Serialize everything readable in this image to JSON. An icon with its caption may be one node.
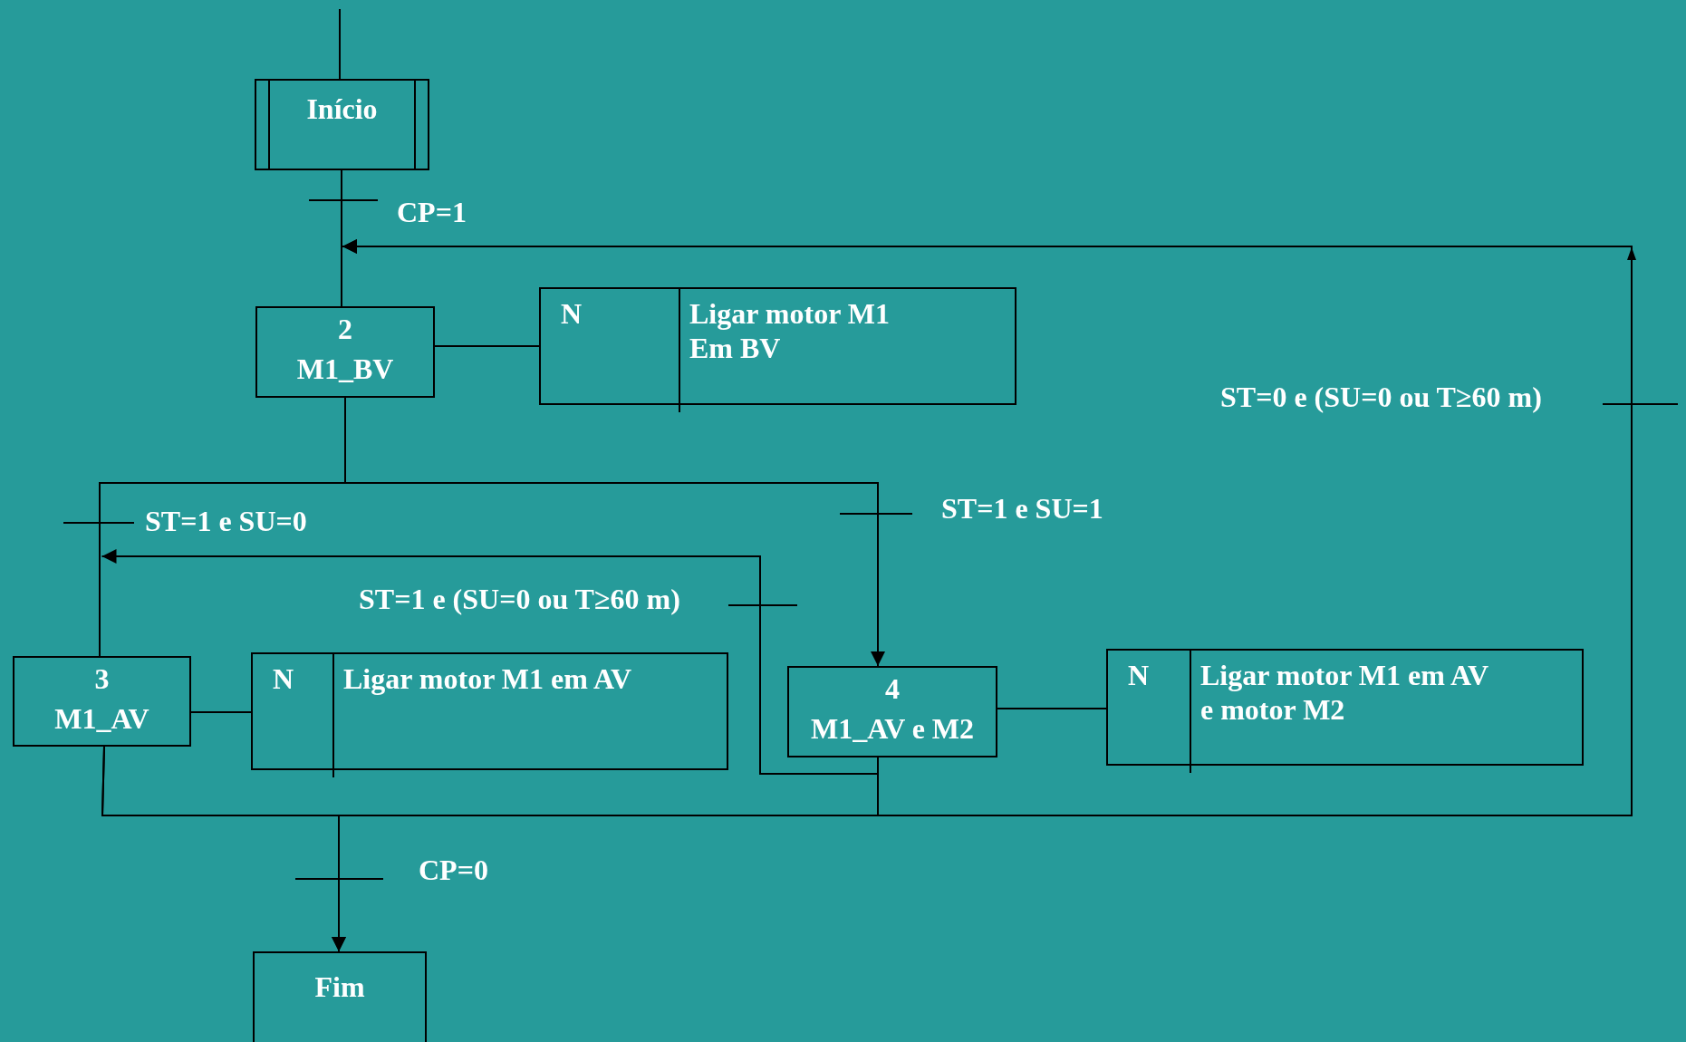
{
  "diagram": {
    "nodes": [
      {
        "text": [
          "Início"
        ]
      },
      {
        "text": [
          "2",
          "M1_BV"
        ]
      },
      {
        "text": [
          "N",
          "Ligar motor M1 Em BV"
        ]
      },
      {
        "text": [
          "3",
          "M1_AV"
        ]
      },
      {
        "text": [
          "N",
          "Ligar motor M1 em AV"
        ]
      },
      {
        "text": [
          "4",
          "M1_AV e M2"
        ]
      },
      {
        "text": [
          "N",
          "Ligar motor M1 em AV e motor M2"
        ]
      },
      {
        "text": [
          "Fim"
        ]
      }
    ],
    "edges": [
      {
        "from": null,
        "to": 0,
        "arrow": "none"
      },
      {
        "from": 0,
        "to": 1,
        "arrow": "none",
        "label": "CP=1"
      },
      {
        "from": 1,
        "to": 2,
        "arrow": "none"
      },
      {
        "from": 1,
        "to": 3,
        "arrow": "none",
        "label": "ST=1 e SU=0"
      },
      {
        "from": 1,
        "to": 5,
        "arrow": "to",
        "label": "ST=1 e SU=1"
      },
      {
        "from": 3,
        "to": 4,
        "arrow": "none"
      },
      {
        "from": 5,
        "to": 6,
        "arrow": "none"
      },
      {
        "from": 5,
        "to": 3,
        "arrow": "to",
        "label": "ST=1 e (SU=0 ou T≥60 m)"
      },
      {
        "from": 3,
        "to": 7,
        "arrow": "to",
        "label": "CP=0"
      },
      {
        "from": 5,
        "to": 7,
        "arrow": "to"
      },
      {
        "from": 3,
        "to": 1,
        "arrow": "to",
        "label": "ST=0 e (SU=0 ou T≥60 m)"
      },
      {
        "from": 5,
        "to": 1,
        "arrow": "to"
      }
    ]
  }
}
